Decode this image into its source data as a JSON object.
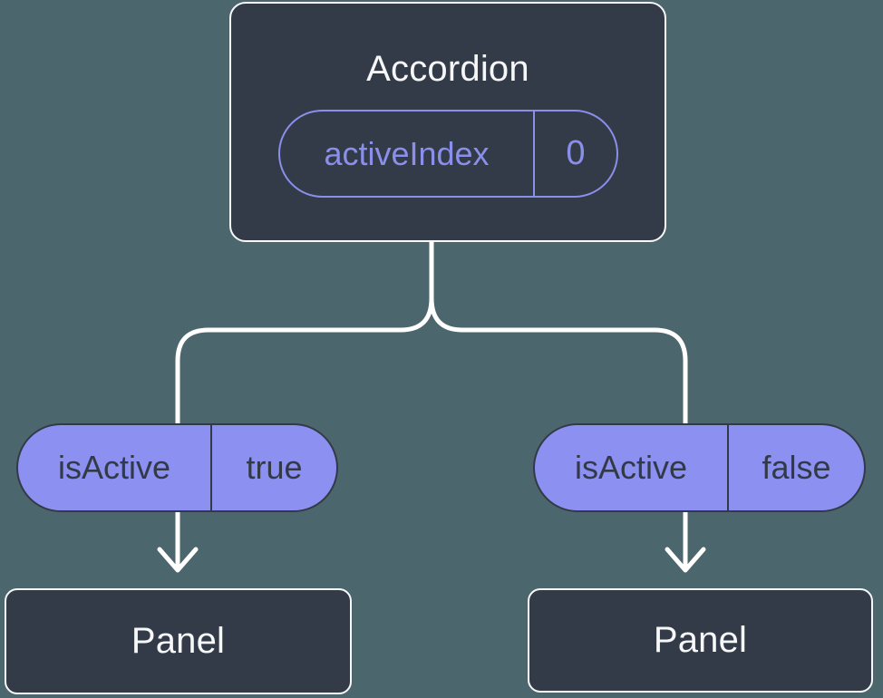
{
  "colors": {
    "background": "#4C666D",
    "node_fill": "#343B48",
    "node_border": "#F6F7F9",
    "node_text": "#F6F7F9",
    "accent_outline": "#8A8FEA",
    "accent_fill": "#8C90F1",
    "pill_dark_text": "#333A47",
    "connector": "#FFFFFF"
  },
  "root_node": {
    "title": "Accordion",
    "prop_name": "activeIndex",
    "prop_value": "0"
  },
  "children": [
    {
      "prop_name": "isActive",
      "prop_value": "true",
      "label": "Panel"
    },
    {
      "prop_name": "isActive",
      "prop_value": "false",
      "label": "Panel"
    }
  ]
}
